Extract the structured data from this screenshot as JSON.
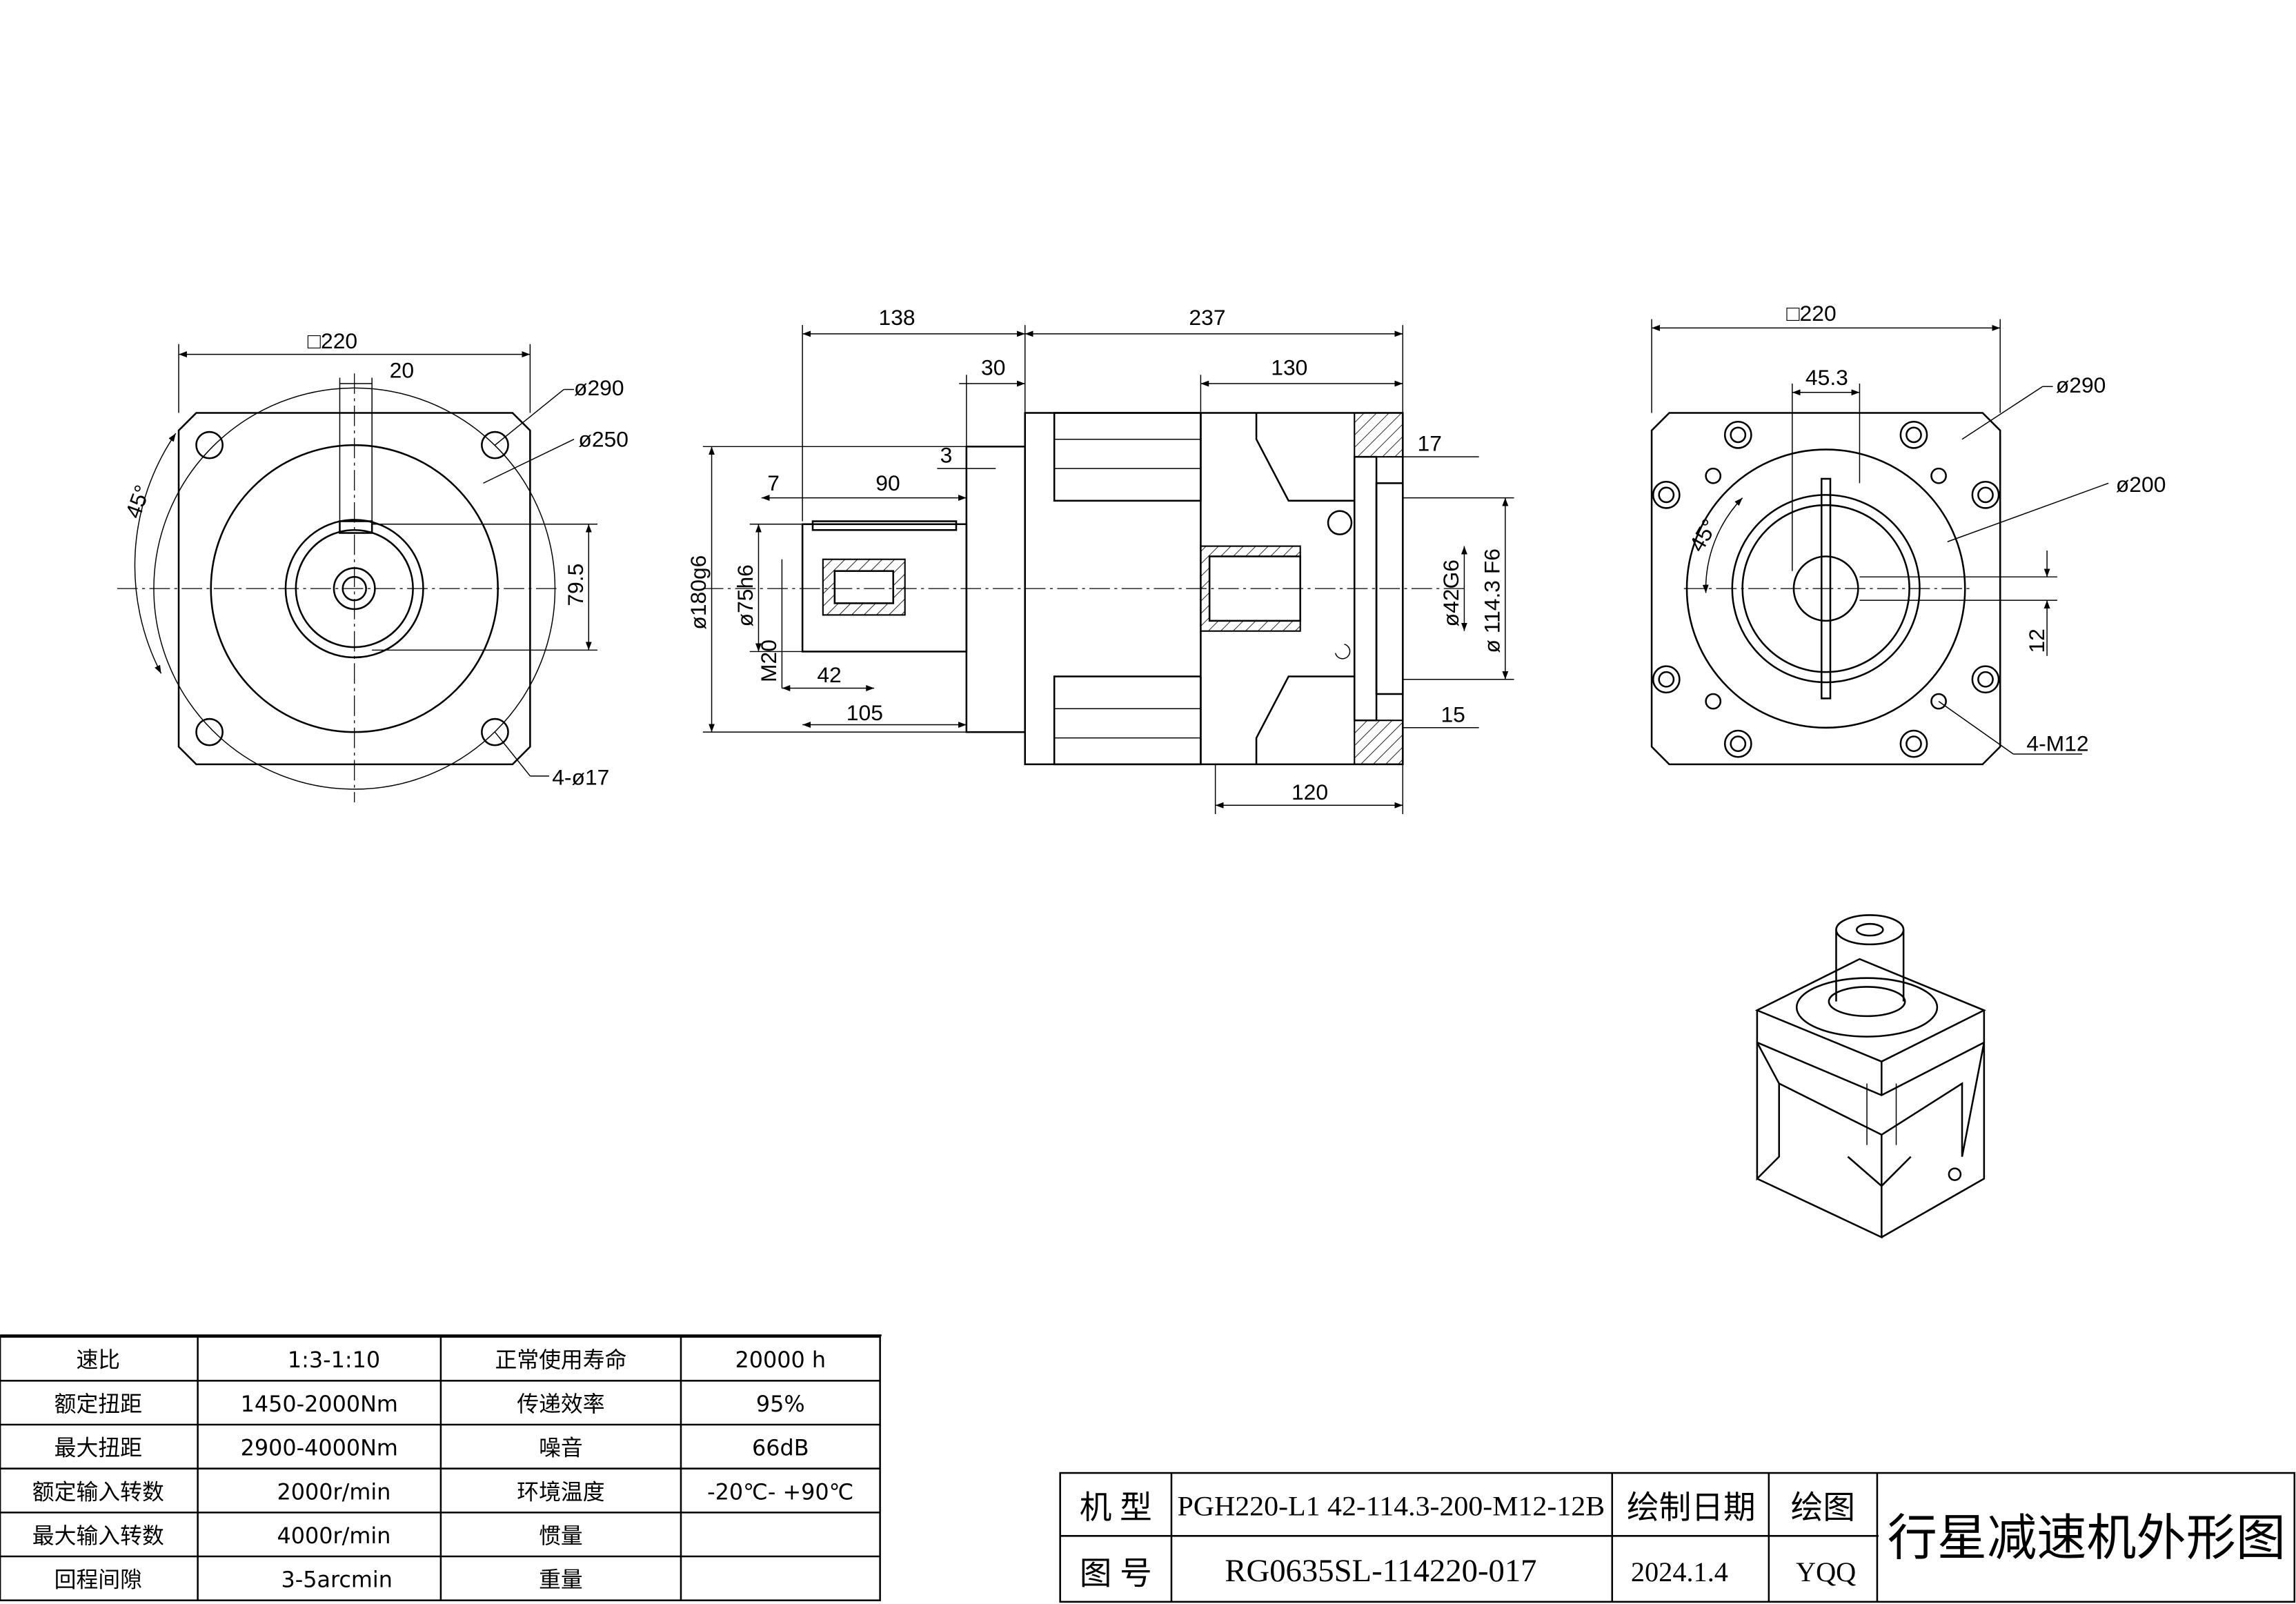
{
  "left_view": {
    "square": "□220",
    "offset": "20",
    "pcd_outer": "ø290",
    "pcd": "ø250",
    "height": "79.5",
    "angle": "45°",
    "holes": "4-ø17"
  },
  "side_view": {
    "d138": "138",
    "d237": "237",
    "d30": "30",
    "d130": "130",
    "d3": "3",
    "d7": "7",
    "d90": "90",
    "d17": "17",
    "d180": "ø180g6",
    "d75": "ø75h6",
    "m20": "M20",
    "d42": "42",
    "d105": "105",
    "d42g6": "ø42G6",
    "d114": "ø 114.3 F6",
    "d15": "15",
    "d120": "120"
  },
  "right_view": {
    "square": "□220",
    "key": "45.3",
    "pcd_outer": "ø290",
    "pcd": "ø200",
    "angle": "45°",
    "d12": "12",
    "threads": "4-M12"
  },
  "spec_table": {
    "rows": [
      [
        "速比",
        "1:3-1:10",
        "正常使用寿命",
        "20000  h"
      ],
      [
        "额定扭距",
        "1450-2000Nm",
        "传递效率",
        "95%"
      ],
      [
        "最大扭距",
        "2900-4000Nm",
        "噪音",
        "66dB"
      ],
      [
        "额定输入转数",
        "2000r/min",
        "环境温度",
        "-20℃- +90℃"
      ],
      [
        "最大输入转数",
        "4000r/min",
        "惯量",
        ""
      ],
      [
        "回程间隙",
        "3-5arcmin",
        "重量",
        ""
      ]
    ]
  },
  "title_block": {
    "model_label": "机  型",
    "model": "PGH220-L1 42-114.3-200-M12-12B",
    "date_label": "绘制日期",
    "drawer_label": "绘图",
    "number_label": "图  号",
    "number": "RG0635SL-114220-017",
    "date": "2024.1.4",
    "drawer": "YQQ",
    "title": "行星减速机外形图"
  }
}
